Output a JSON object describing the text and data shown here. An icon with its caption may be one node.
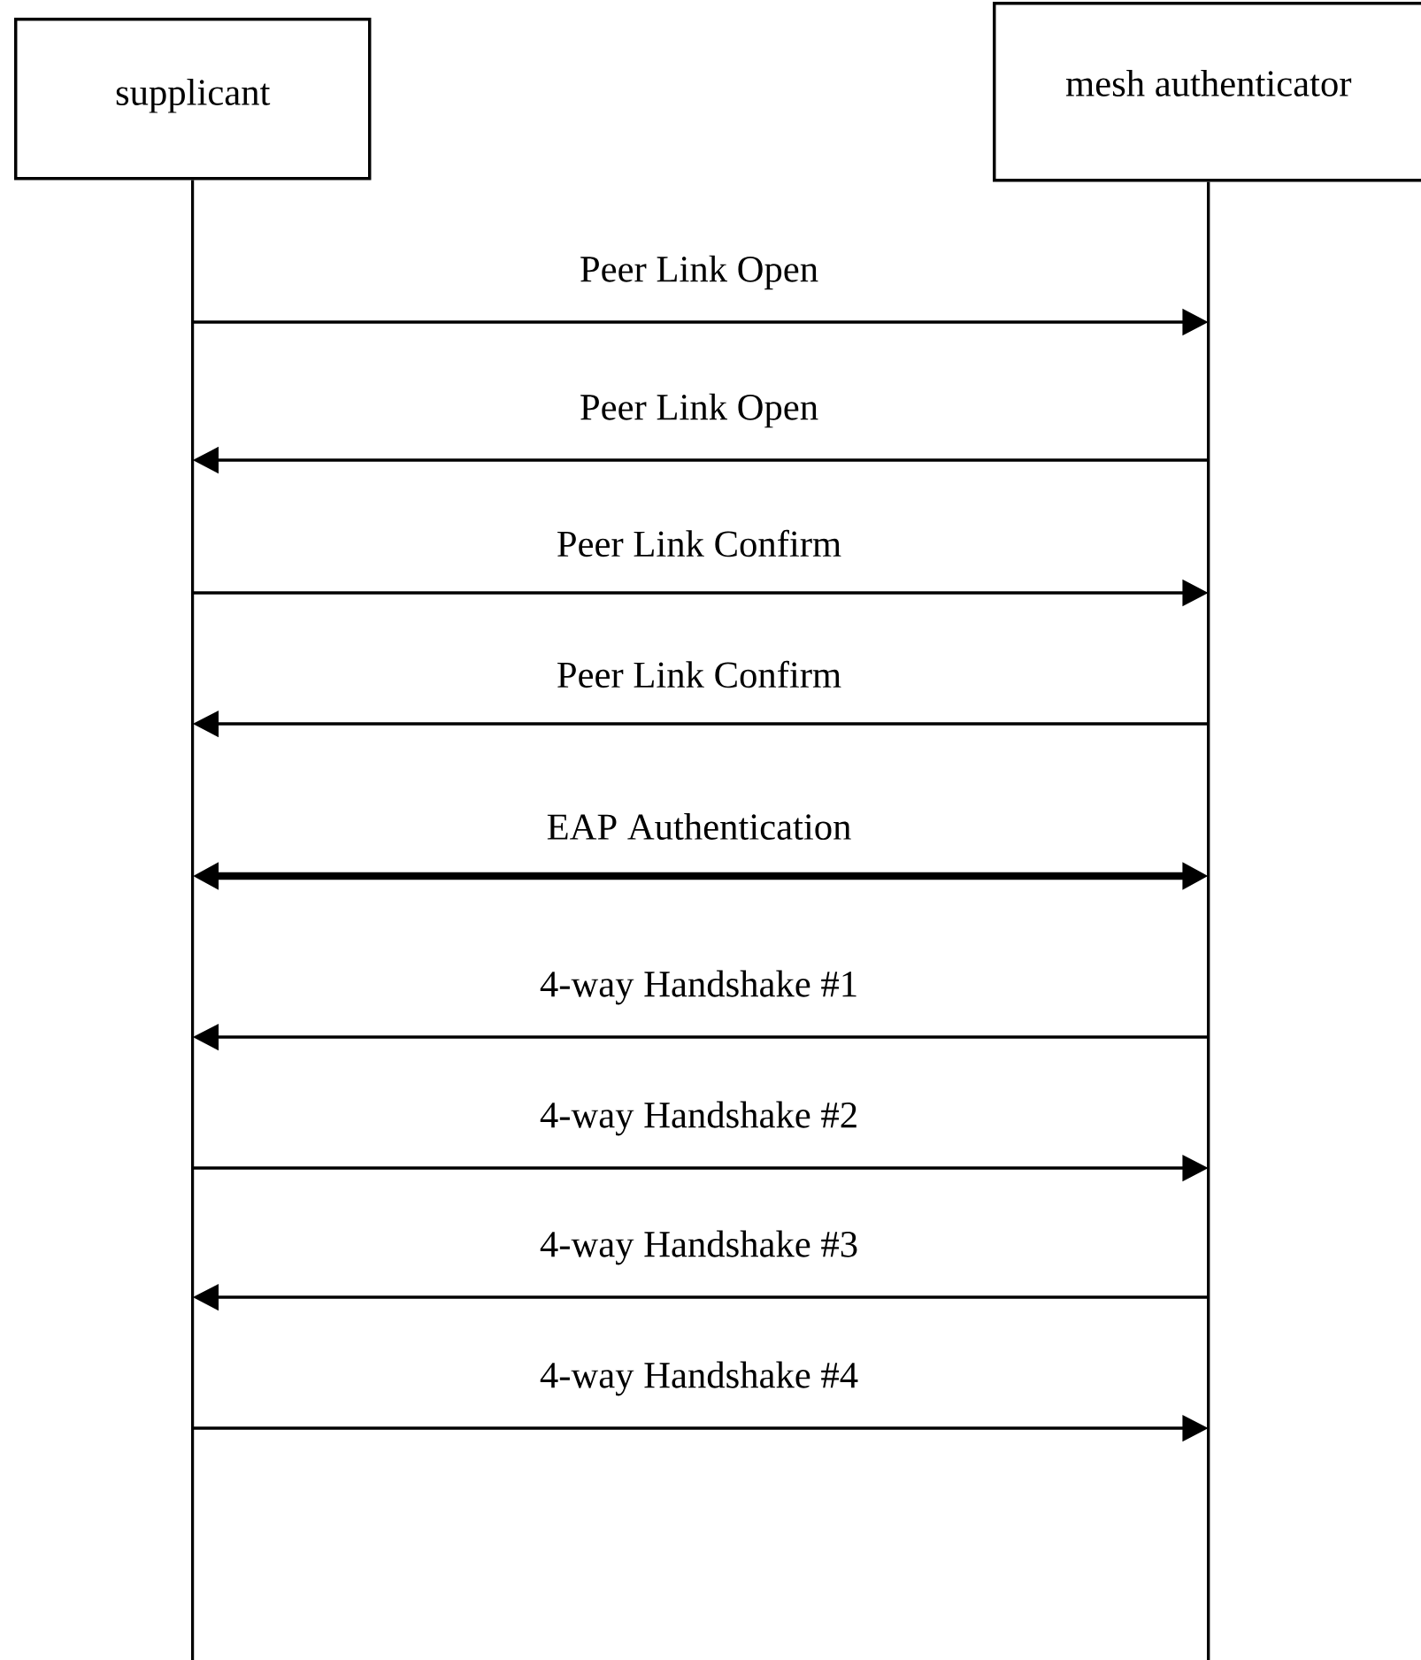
{
  "diagram": {
    "nodes": [
      {
        "text": [
          "supplicant"
        ]
      },
      {
        "text": [
          "mesh authenticator"
        ]
      }
    ],
    "edges": [
      {
        "from": 0,
        "to": 1,
        "arrow": "to",
        "label": "Peer Link Open"
      },
      {
        "from": 1,
        "to": 0,
        "arrow": "to",
        "label": "Peer Link Open"
      },
      {
        "from": 0,
        "to": 1,
        "arrow": "to",
        "label": "Peer Link Confirm"
      },
      {
        "from": 1,
        "to": 0,
        "arrow": "to",
        "label": "Peer Link Confirm"
      },
      {
        "from": 0,
        "to": 1,
        "arrow": "both",
        "label": "EAP Authentication",
        "style": "thick"
      },
      {
        "from": 1,
        "to": 0,
        "arrow": "to",
        "label": "4-way Handshake #1"
      },
      {
        "from": 0,
        "to": 1,
        "arrow": "to",
        "label": "4-way Handshake #2"
      },
      {
        "from": 1,
        "to": 0,
        "arrow": "to",
        "label": "4-way Handshake #3"
      },
      {
        "from": 0,
        "to": 1,
        "arrow": "to",
        "label": "4-way Handshake #4"
      }
    ]
  }
}
